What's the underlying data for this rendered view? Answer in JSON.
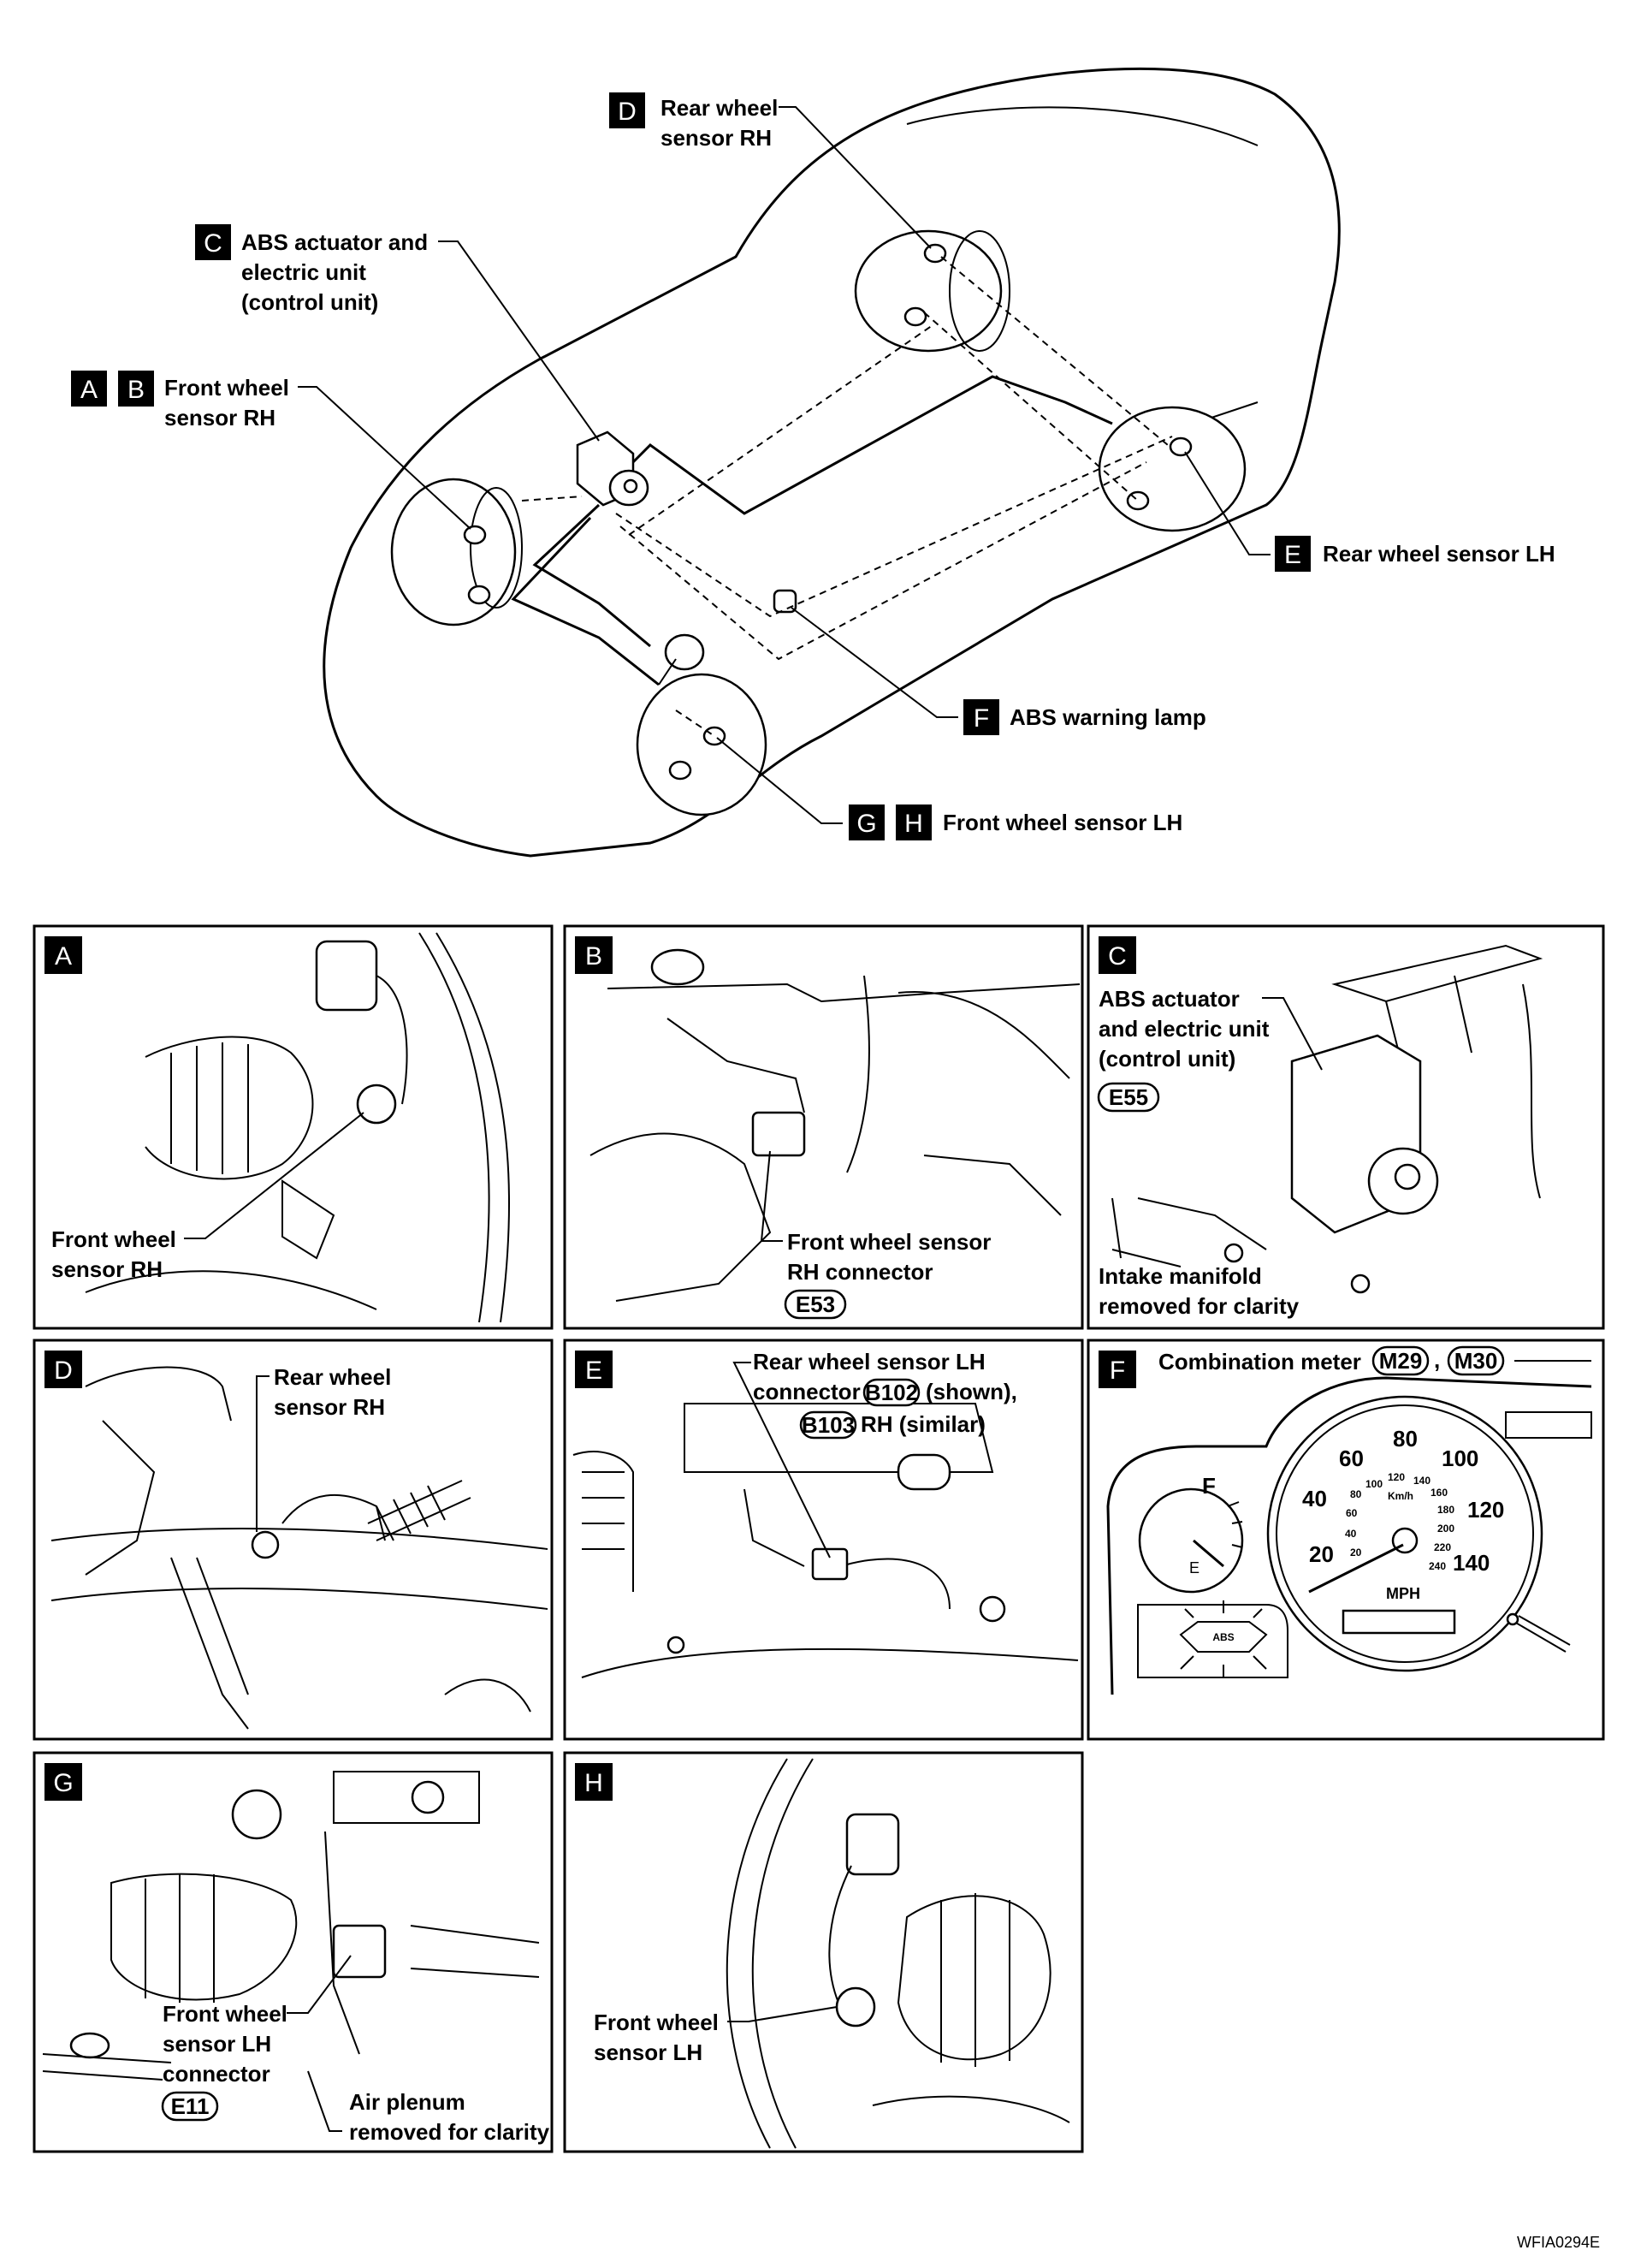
{
  "overview": {
    "callouts": [
      {
        "letters": [
          "D"
        ],
        "text": [
          "Rear wheel",
          "sensor RH"
        ]
      },
      {
        "letters": [
          "C"
        ],
        "text": [
          "ABS actuator and",
          "electric unit",
          "(control unit)"
        ]
      },
      {
        "letters": [
          "A",
          "B"
        ],
        "text": [
          "Front wheel",
          "sensor RH"
        ]
      },
      {
        "letters": [
          "E"
        ],
        "text": [
          "Rear wheel sensor LH"
        ]
      },
      {
        "letters": [
          "F"
        ],
        "text": [
          "ABS warning lamp"
        ]
      },
      {
        "letters": [
          "G",
          "H"
        ],
        "text": [
          "Front wheel sensor LH"
        ]
      }
    ]
  },
  "panels": [
    {
      "letter": "A",
      "label": [
        "Front wheel",
        "sensor RH"
      ]
    },
    {
      "letter": "B",
      "label": [
        "Front wheel sensor",
        "RH connector"
      ],
      "connector": "E53"
    },
    {
      "letter": "C",
      "label": [
        "ABS actuator",
        "and electric unit",
        "(control unit)"
      ],
      "connector": "E55",
      "note": [
        "Intake manifold",
        "removed for clarity"
      ]
    },
    {
      "letter": "D",
      "label": [
        "Rear wheel",
        "sensor RH"
      ]
    },
    {
      "letter": "E",
      "label": [
        "Rear wheel sensor LH",
        "connector",
        "(shown),",
        "RH (similar)"
      ],
      "connectors": [
        "B102",
        "B103"
      ]
    },
    {
      "letter": "F",
      "label": "Combination meter",
      "connectors": [
        "M29",
        "M30"
      ],
      "gauge": {
        "mph": [
          "20",
          "40",
          "60",
          "80",
          "100",
          "120",
          "140"
        ],
        "kmh": [
          "20",
          "40",
          "60",
          "80",
          "100",
          "120",
          "140",
          "160",
          "180",
          "200",
          "220",
          "240"
        ],
        "unit_mph": "MPH",
        "unit_kmh": "Km/h",
        "fuel_full": "F",
        "fuel_empty": "E",
        "lamp": "ABS"
      }
    },
    {
      "letter": "G",
      "label": [
        "Front wheel",
        "sensor LH",
        "connector"
      ],
      "connector": "E11",
      "note": [
        "Air plenum",
        "removed for clarity"
      ]
    },
    {
      "letter": "H",
      "label": [
        "Front wheel",
        "sensor LH"
      ]
    }
  ],
  "figure_id": "WFIA0294E"
}
